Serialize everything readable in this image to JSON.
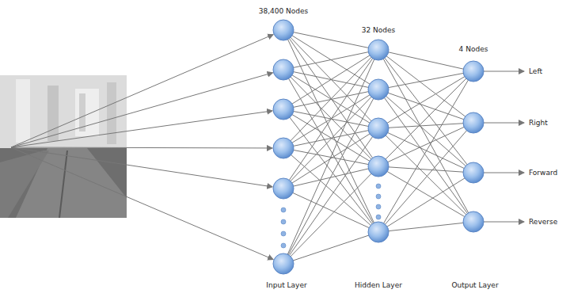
{
  "diagram": {
    "labels": [
      "38,400 Nodes",
      "32 Nodes",
      "4 Nodes",
      "Left",
      "Right",
      "Forward",
      "Reverse",
      "Input Layer",
      "Hidden Layer",
      "Output Layer"
    ]
  }
}
